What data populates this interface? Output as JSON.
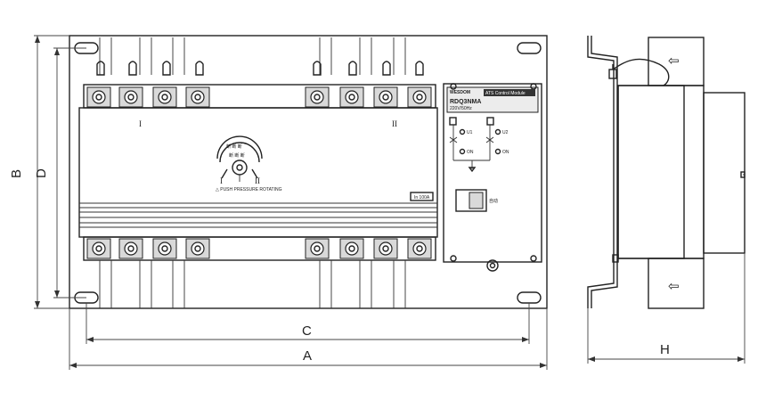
{
  "dimensions": {
    "A": "A",
    "B": "B",
    "C": "C",
    "D": "D",
    "H": "H"
  },
  "front": {
    "pole_label_left": "I",
    "pole_label_right": "II",
    "dial_top_text": "断 断 断",
    "dial_mid_text": "断 断 断",
    "dial_left": "I",
    "dial_right": "II",
    "dial_caption": "△ PUSH PRESSURE ROTATING",
    "rating_plate": "In 100A"
  },
  "controller": {
    "brand": "WESDOM",
    "title": "ATS Control Module",
    "model": "RDQ3NMA",
    "sub": "220V/50Hz",
    "u1": "U1",
    "u2": "U2",
    "on1": "ON",
    "on2": "ON",
    "mode": "自动"
  },
  "side": {
    "arrow_top": "⇦",
    "arrow_bottom": "⇦"
  }
}
